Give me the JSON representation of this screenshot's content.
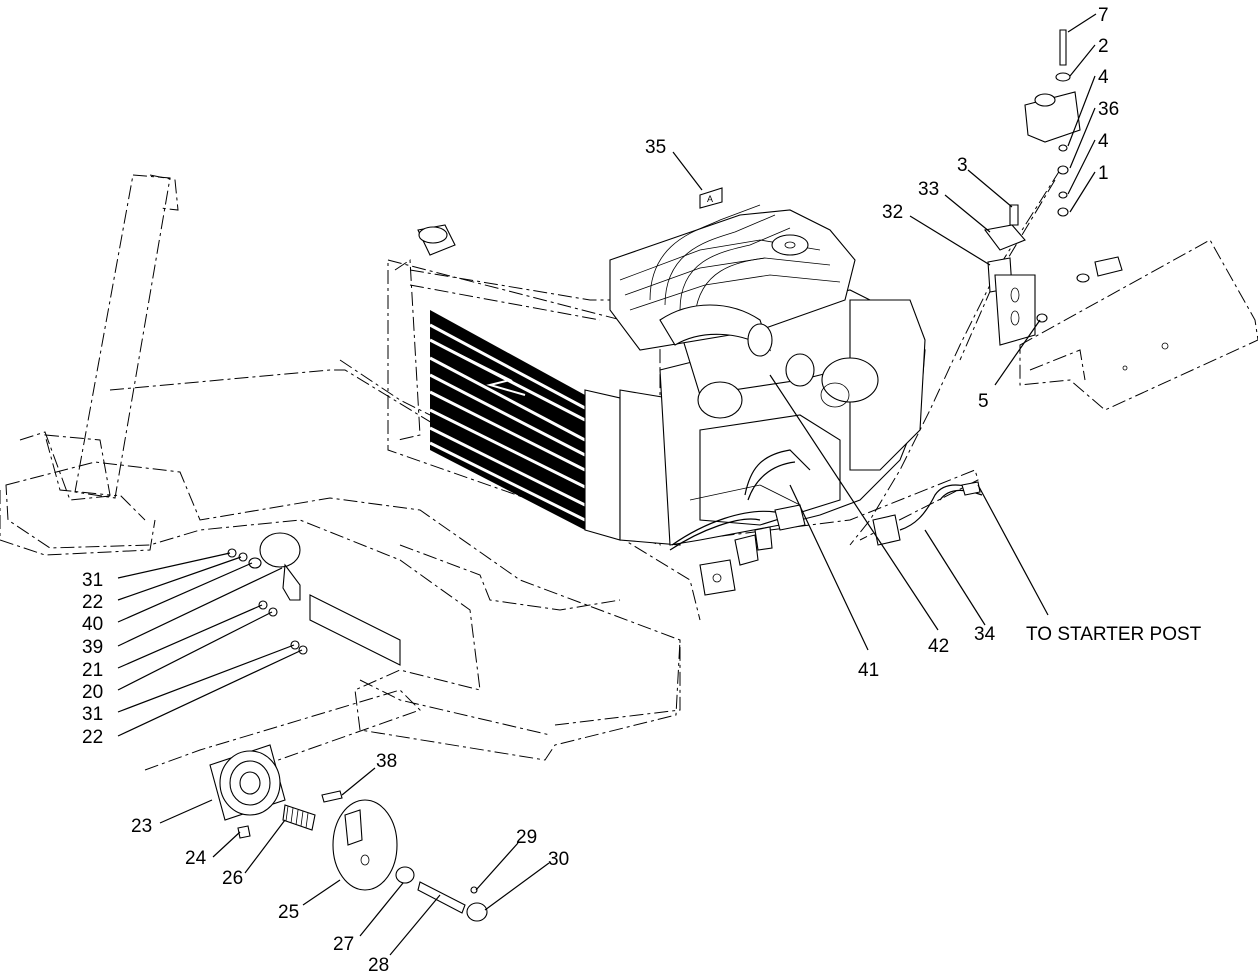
{
  "diagram": {
    "callouts": [
      "7",
      "2",
      "4",
      "36",
      "4",
      "1",
      "3",
      "33",
      "32",
      "35",
      "5",
      "31",
      "22",
      "40",
      "39",
      "21",
      "20",
      "31",
      "22",
      "38",
      "23",
      "24",
      "26",
      "25",
      "29",
      "30",
      "27",
      "28",
      "34",
      "41",
      "42"
    ],
    "note": "TO STARTER POST"
  }
}
